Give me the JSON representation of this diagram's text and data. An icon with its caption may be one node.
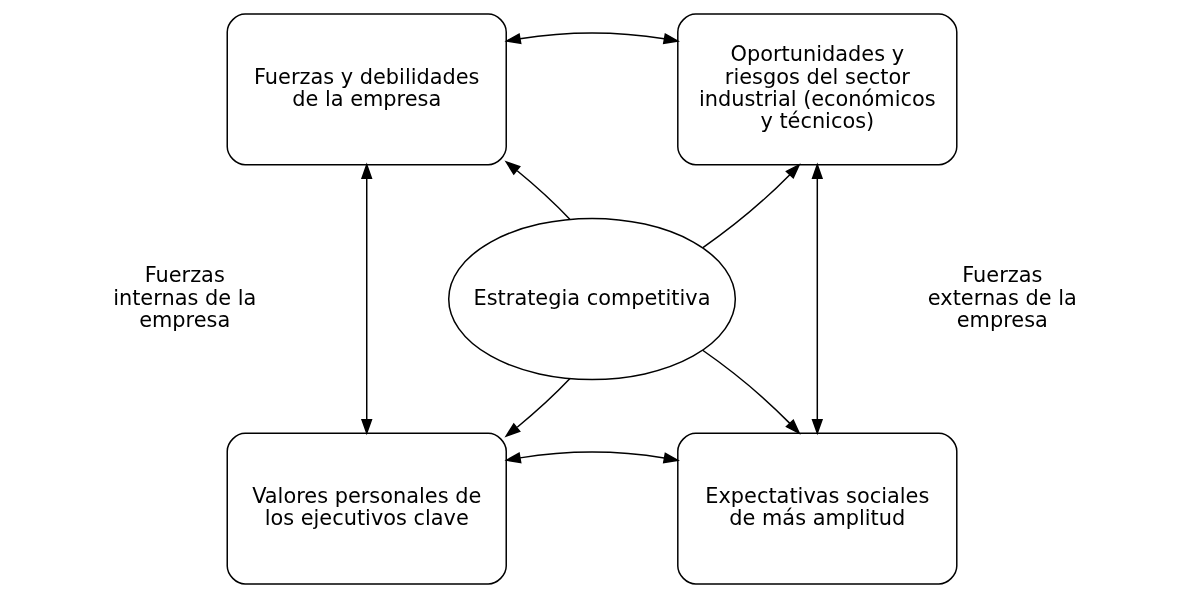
{
  "diagram": {
    "nodes": [
      {
        "text": [
          "Fuerzas y debilidades de la empresa"
        ]
      },
      {
        "text": [
          "Oportunidades y riesgos del sector industrial (económicos y técnicos)"
        ]
      },
      {
        "text": [
          "Estrategia competitiva"
        ]
      },
      {
        "text": [
          "Valores personales de los ejecutivos clave"
        ]
      },
      {
        "text": [
          "Expectativas sociales de más amplitud"
        ]
      }
    ],
    "edges": [
      {
        "from": 0,
        "to": 1,
        "arrow": "both"
      },
      {
        "from": 2,
        "to": 0,
        "arrow": "to"
      },
      {
        "from": 2,
        "to": 1,
        "arrow": "to"
      },
      {
        "from": 0,
        "to": 3,
        "arrow": "both"
      },
      {
        "from": 1,
        "to": 4,
        "arrow": "both"
      },
      {
        "from": 2,
        "to": 3,
        "arrow": "to"
      },
      {
        "from": 2,
        "to": 4,
        "arrow": "to"
      },
      {
        "from": 3,
        "to": 4,
        "arrow": "both"
      }
    ],
    "labels": [
      "Fuerzas internas de la empresa",
      "Fuerzas externas de la empresa"
    ]
  }
}
